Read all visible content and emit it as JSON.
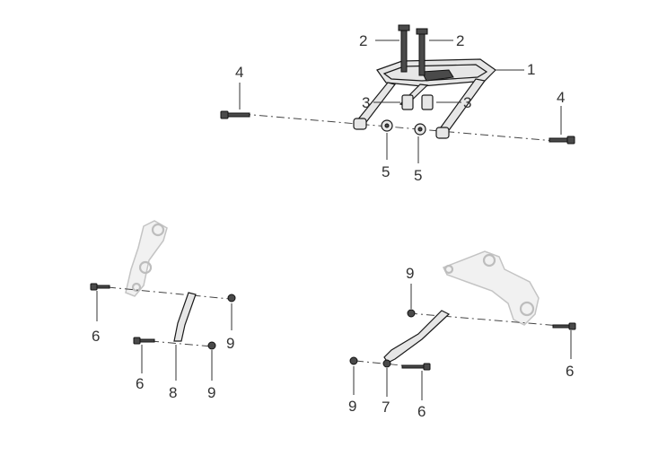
{
  "callouts": {
    "rack": "1",
    "bolt_a": "2",
    "bolt_b": "2",
    "spacer_a": "3",
    "spacer_b": "3",
    "long_bolt_left": "4",
    "long_bolt_right": "4",
    "bushing_a": "5",
    "bushing_b": "5",
    "left_bolt_upper": "6",
    "left_bolt_lower": "6",
    "left_strut": "8",
    "left_nut_upper": "9",
    "left_nut_lower": "9",
    "right_nut_upper": "9",
    "right_nut_lower": "9",
    "right_strut": "7",
    "right_bolt_upper": "6",
    "right_bolt_lower": "6"
  },
  "colors": {
    "ink": "#333333",
    "part_dark": "#4a4a4a",
    "ghost": "#bdbdbd"
  }
}
